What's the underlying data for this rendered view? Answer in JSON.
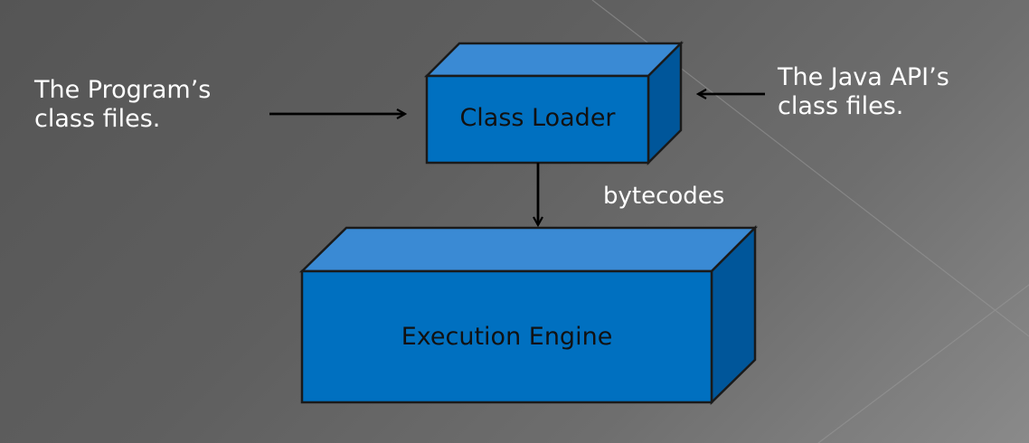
{
  "colors": {
    "box_front": "#0070c0",
    "box_top": "#3a8ad4",
    "box_side": "#00569a",
    "stroke": "#1a1a1a",
    "label_text": "#ffffff",
    "box_text": "#111111",
    "arrow": "#000000"
  },
  "inputs": {
    "program_line1": "The Program’s",
    "program_line2": "class files.",
    "java_api_line1": "The Java API’s",
    "java_api_line2": "class files."
  },
  "class_loader": {
    "label": "Class Loader"
  },
  "connector": {
    "label": "bytecodes"
  },
  "execution_engine": {
    "label": "Execution Engine"
  }
}
